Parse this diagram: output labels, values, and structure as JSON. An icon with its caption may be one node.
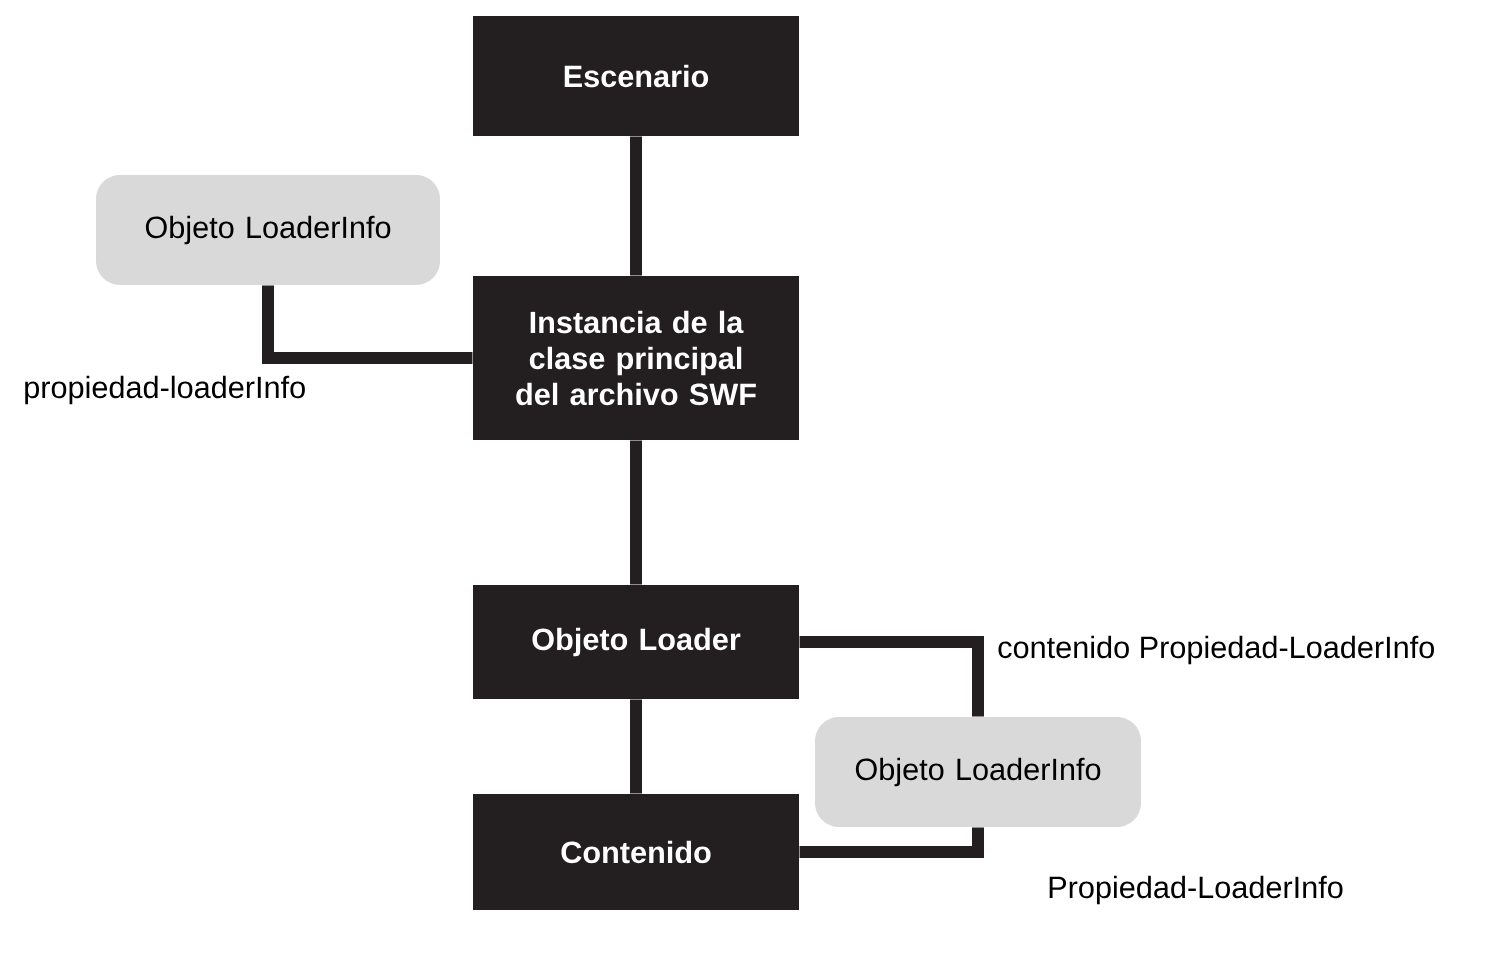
{
  "diagram": {
    "nodes": [
      {
        "text": [
          "Escenario"
        ]
      },
      {
        "text": [
          "Objeto LoaderInfo"
        ]
      },
      {
        "text": [
          "Instancia de la clase principal del archivo SWF"
        ]
      },
      {
        "text": [
          "Objeto Loader"
        ]
      },
      {
        "text": [
          "Objeto LoaderInfo"
        ]
      },
      {
        "text": [
          "Contenido"
        ]
      }
    ],
    "edges": [
      {
        "from": 0,
        "to": 2,
        "arrow": "none"
      },
      {
        "from": 1,
        "to": 2,
        "arrow": "none",
        "label": "propiedad-loaderInfo"
      },
      {
        "from": 2,
        "to": 3,
        "arrow": "none"
      },
      {
        "from": 3,
        "to": 4,
        "arrow": "none",
        "label": "contenido Propiedad-LoaderInfo"
      },
      {
        "from": 3,
        "to": 5,
        "arrow": "none"
      },
      {
        "from": 5,
        "to": 4,
        "arrow": "none",
        "label": "Propiedad-LoaderInfo"
      }
    ]
  }
}
